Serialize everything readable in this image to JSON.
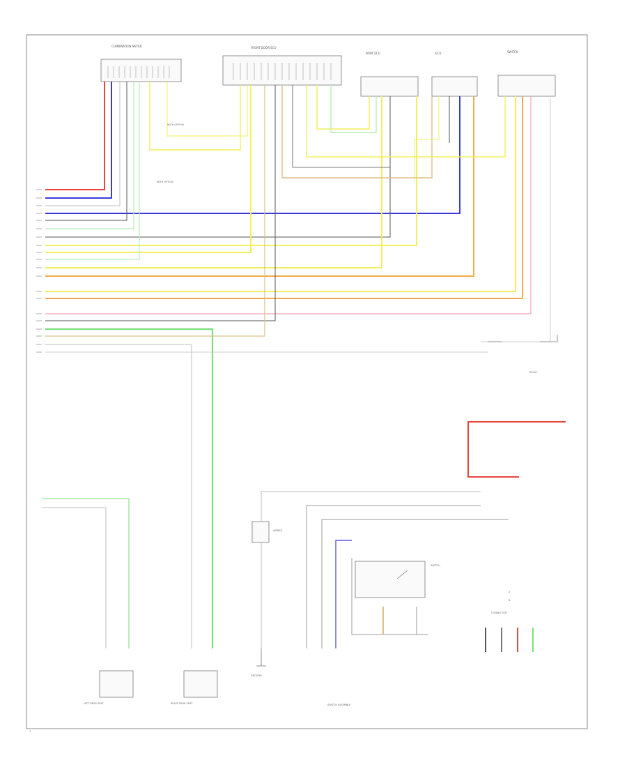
{
  "footer": {
    "page_label": "1"
  },
  "connectors": {
    "c1": {
      "label": "COMBINATION METER"
    },
    "c2": {
      "label": "FRONT DOOR ECU"
    },
    "c3": {
      "label": "BODY ECU"
    },
    "c4": {
      "label": "ECU"
    },
    "c5": {
      "label": "SWITCH"
    }
  },
  "modules": {
    "lrss": {
      "label": "LEFT REAR SEAT"
    },
    "rrss": {
      "label": "RIGHT REAR SEAT"
    },
    "ab": {
      "label": "AIRBAG"
    },
    "sw": {
      "label": "SWITCH"
    },
    "relay": {
      "label": "RELAY"
    },
    "gnd": {
      "label": "GROUND"
    }
  },
  "notes": {
    "n1": "WITH OPTION",
    "n2": "WITH OPTION",
    "n3": "A",
    "n4": "B",
    "n5": "SWITCH ASSEMBLY",
    "n6": "CONNECTOR"
  },
  "wire_colors": {
    "red": "#e8453c",
    "blue": "#3b3bdc",
    "yellow": "#f2ef5a",
    "orange": "#f5a94a",
    "green": "#7be07b",
    "pink": "#f2a3b3",
    "gray": "#a9a9a9",
    "dark": "#555555",
    "tan": "#d8c08a",
    "ltgreen": "#b8ecb8",
    "violet": "#8a7ad8"
  }
}
